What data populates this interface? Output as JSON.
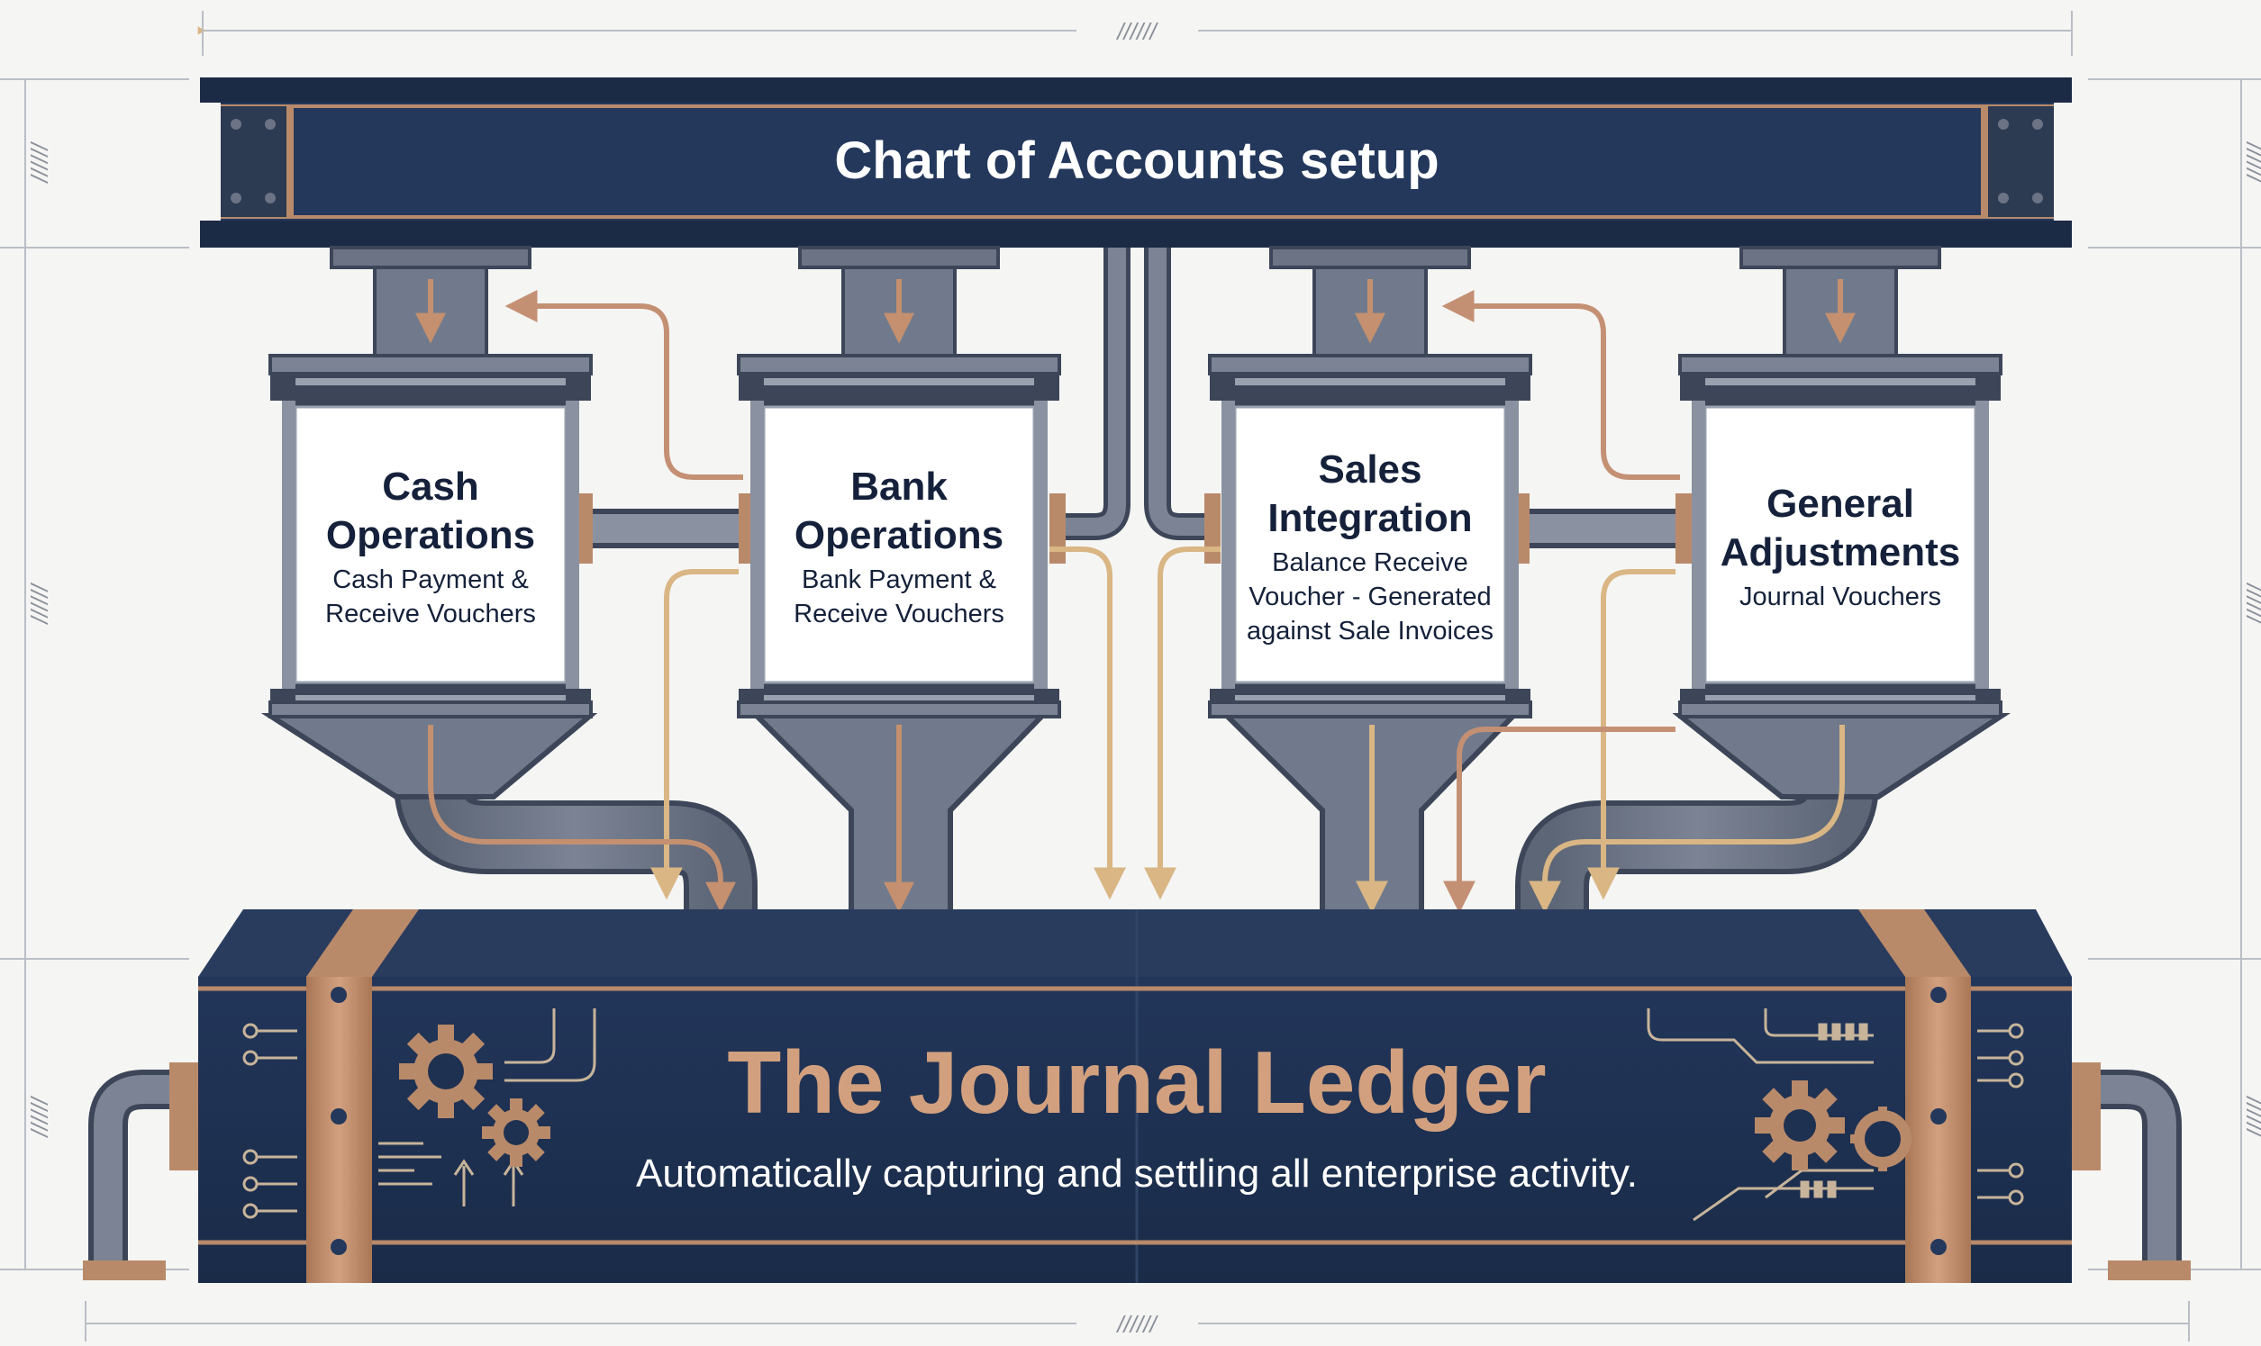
{
  "header": {
    "title": "Chart of Accounts setup"
  },
  "dimension_mark": "//////",
  "modules": [
    {
      "title_lines": [
        "Cash",
        "Operations"
      ],
      "desc_lines": [
        "Cash Payment &",
        "Receive Vouchers"
      ]
    },
    {
      "title_lines": [
        "Bank",
        "Operations"
      ],
      "desc_lines": [
        "Bank Payment &",
        "Receive Vouchers"
      ]
    },
    {
      "title_lines": [
        "Sales",
        "Integration"
      ],
      "desc_lines": [
        "Balance Receive",
        "Voucher - Generated",
        "against Sale Invoices"
      ]
    },
    {
      "title_lines": [
        "General",
        "Adjustments"
      ],
      "desc_lines": [
        "Journal Vouchers"
      ]
    }
  ],
  "ledger": {
    "title": "The Journal Ledger",
    "subtitle": "Automatically capturing and settling all enterprise activity."
  },
  "colors": {
    "navy": "#1f3150",
    "navy_dark": "#16243d",
    "steel": "#6b7384",
    "steel_light": "#9aa1ae",
    "bronze": "#b98a6a",
    "gold_arrow": "#d9b684",
    "copper_arrow": "#c49074",
    "background": "#f5f5f3",
    "guide": "#b9bec6"
  }
}
